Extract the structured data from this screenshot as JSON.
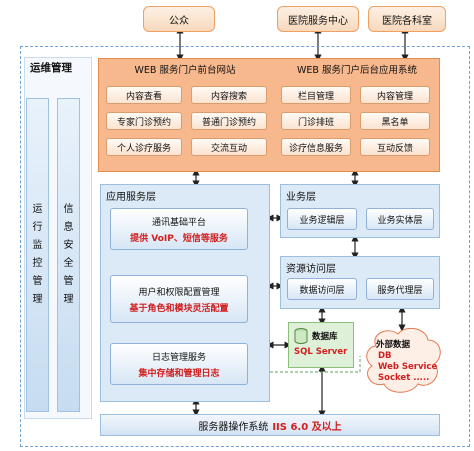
{
  "top": {
    "public": "公众",
    "hospital_center": "医院服务中心",
    "hospital_depts": "医院各科室"
  },
  "ops": {
    "title": "运维管理",
    "col1": [
      "运",
      "行",
      "监",
      "控",
      "管",
      "理"
    ],
    "col2": [
      "信",
      "息",
      "安",
      "全",
      "管",
      "理"
    ]
  },
  "front_portal": {
    "title": "WEB 服务门户前台网站",
    "items": [
      "内容查看",
      "内容搜索",
      "专家门诊预约",
      "普通门诊预约",
      "个人诊疗服务",
      "交流互动"
    ]
  },
  "back_portal": {
    "title": "WEB 服务门户后台应用系统",
    "items": [
      "栏目管理",
      "内容管理",
      "门诊排班",
      "黑名单",
      "诊疗信息服务",
      "互动反馈"
    ]
  },
  "app_layer": {
    "title": "应用服务层",
    "boxes": [
      {
        "t1": "通讯基础平台",
        "t2": "提供 VoIP、短信等服务"
      },
      {
        "t1": "用户和权限配置管理",
        "t2": "基于角色和模块灵活配置"
      },
      {
        "t1": "日志管理服务",
        "t2": "集中存储和管理日志"
      }
    ]
  },
  "biz_layer": {
    "title": "业务层",
    "items": [
      "业务逻辑层",
      "业务实体层"
    ]
  },
  "res_layer": {
    "title": "资源访问层",
    "items": [
      "数据访问层",
      "服务代理层"
    ]
  },
  "db": {
    "label": "数据库",
    "sub": "SQL Server"
  },
  "external": {
    "title": "外部数据",
    "lines": [
      "DB",
      "Web Service",
      "Socket ....."
    ]
  },
  "server_os": {
    "label": "服务器操作系统",
    "detail": "IIS 6.0 及以上"
  },
  "colors": {
    "orange": "#f6b88c",
    "blue": "#dce9f6",
    "red_text": "#d02020",
    "green": "#dff0d8"
  }
}
